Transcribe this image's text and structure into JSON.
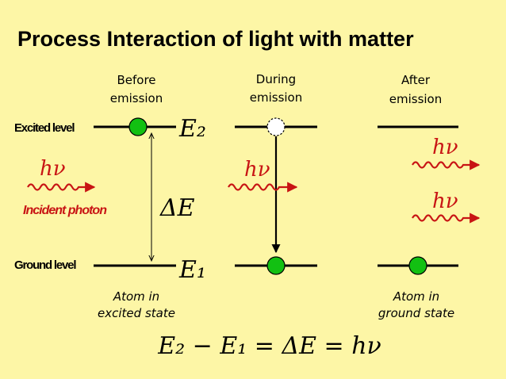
{
  "title": "Process Interaction of light with matter",
  "stages": {
    "before": {
      "header_line1": "Before",
      "header_line2": "emission",
      "caption_line1": "Atom in",
      "caption_line2": "excited state"
    },
    "during": {
      "header_line1": "During",
      "header_line2": "emission"
    },
    "after": {
      "header_line1": "After",
      "header_line2": "emission",
      "caption_line1": "Atom in",
      "caption_line2": "ground state"
    }
  },
  "levels": {
    "excited_label": "Excited level",
    "ground_label": "Ground level"
  },
  "energy_labels": {
    "upper": "E₂",
    "lower": "E₁",
    "gap": "ΔE"
  },
  "photon": {
    "symbol": "hν",
    "incident_label": "Incident photon"
  },
  "equation": "E₂ − E₁ = ΔE = hν",
  "colors": {
    "background": "#fdf6a6",
    "atom": "#12c012",
    "photon_wave": "#c81414",
    "photon_text": "#c81414",
    "level_line": "#000000"
  }
}
